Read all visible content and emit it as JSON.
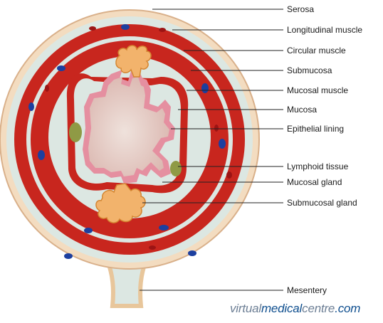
{
  "labels": {
    "serosa": "Serosa",
    "longitudinal_muscle": "Longitudinal muscle",
    "circular_muscle": "Circular muscle",
    "submucosa": "Submucosa",
    "mucosal_muscle": "Mucosal muscle",
    "mucosa": "Mucosa",
    "epithelial_lining": "Epithelial lining",
    "lymphoid_tissue": "Lymphoid tissue",
    "mucosal_gland": "Mucosal gland",
    "submucosal_gland": "Submucosal gland",
    "mesentery": "Mesentery"
  },
  "watermark": {
    "part1": "virtual",
    "part2": "medical",
    "part3": "centre",
    "part4": ".com"
  },
  "colors": {
    "muscle": "#c8261e",
    "serosa": "#f3dcc0",
    "submucosa": "#dce7e2",
    "mucosa": "#f2c8c4",
    "epithelium": "#e58fa0",
    "lumen": "#ecd8d0",
    "gland": "#f2b36c",
    "vein": "#1d3f9f",
    "artery": "#c01818",
    "lymphoid": "#8f9a45"
  }
}
